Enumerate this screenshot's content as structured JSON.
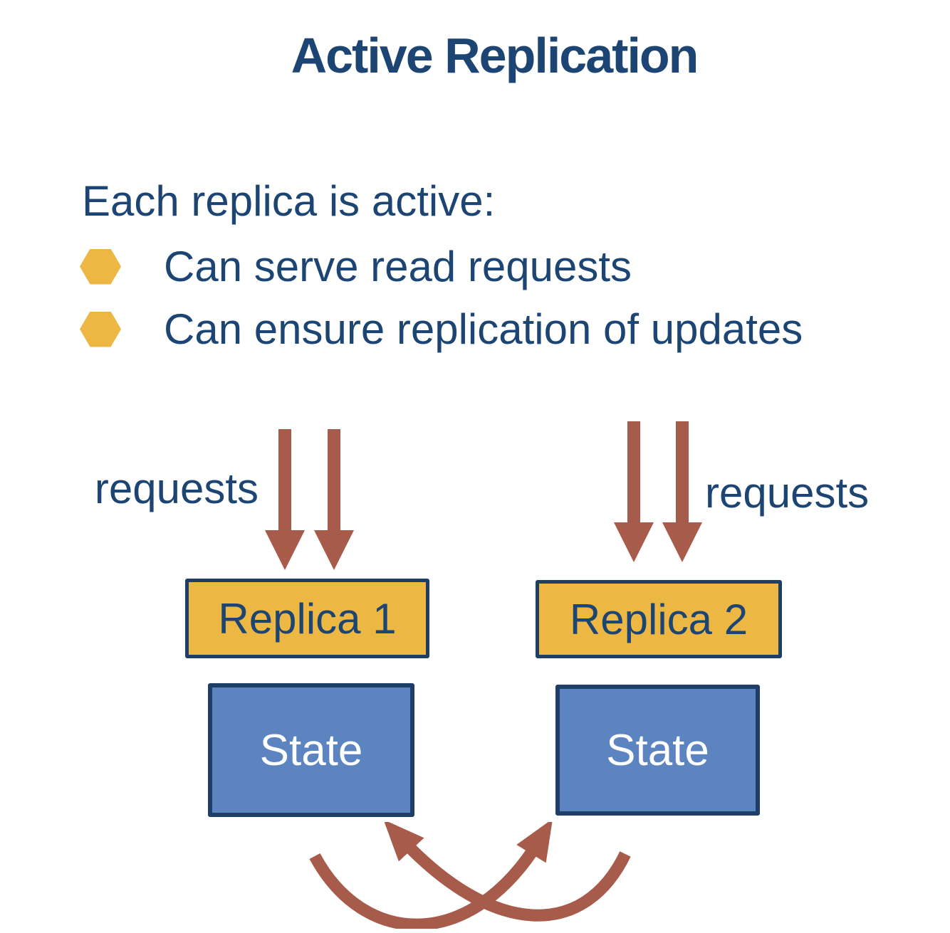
{
  "title": "Active Replication",
  "intro": "Each replica is active:",
  "bullets": [
    {
      "icon": "hexagon-bullet-icon",
      "label": "Can serve read requests"
    },
    {
      "icon": "hexagon-bullet-icon",
      "label": "Can ensure replication of updates"
    }
  ],
  "diagram": {
    "left": {
      "requests_label": "requests",
      "incoming_request_arrows": 2,
      "replica_label": "Replica 1",
      "state_label": "State"
    },
    "right": {
      "requests_label": "requests",
      "incoming_request_arrows": 2,
      "replica_label": "Replica 2",
      "state_label": "State"
    },
    "state_exchange": "two crossed curved arrows between the State boxes (bidirectional replication)"
  },
  "colors": {
    "background": "#ffffff",
    "text_navy": "#1d4573",
    "box_border_navy": "#1e3e66",
    "replica_fill_gold": "#ecb742",
    "bullet_gold": "#ecb742",
    "state_fill_blue": "#5b84c1",
    "state_text_white": "#ffffff",
    "arrow_brick_red": "#a75b4a"
  }
}
